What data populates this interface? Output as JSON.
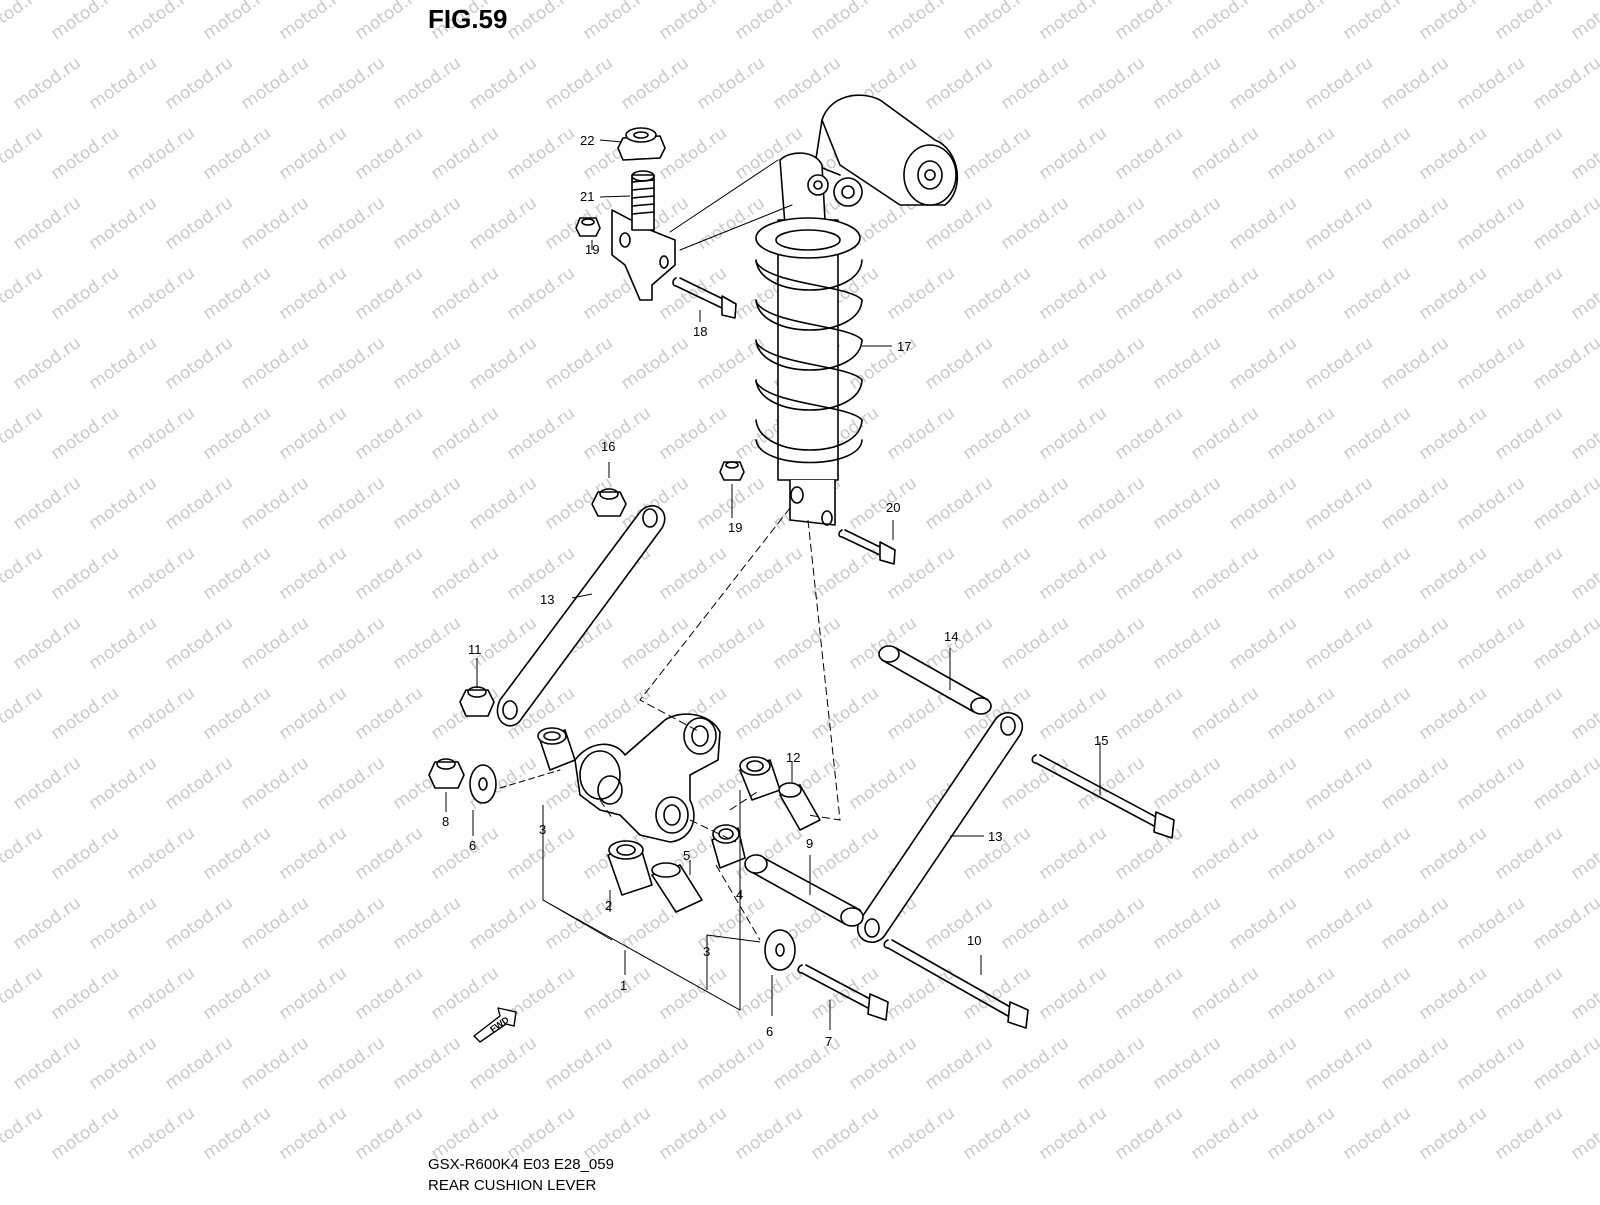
{
  "figure": {
    "title": "FIG.59",
    "model_code": "GSX-R600K4 E03 E28_059",
    "caption": "REAR CUSHION LEVER",
    "watermark": "motod.ru",
    "fwd_label": "FWD"
  },
  "callouts": {
    "c1": "1",
    "c2": "2",
    "c3a": "3",
    "c3b": "3",
    "c4": "4",
    "c5": "5",
    "c6a": "6",
    "c6b": "6",
    "c7": "7",
    "c8": "8",
    "c9": "9",
    "c10": "10",
    "c11": "11",
    "c12": "12",
    "c13a": "13",
    "c13b": "13",
    "c14": "14",
    "c15": "15",
    "c16": "16",
    "c17": "17",
    "c18": "18",
    "c19a": "19",
    "c19b": "19",
    "c20": "20",
    "c21": "21",
    "c22": "22"
  },
  "colors": {
    "line": "#000000",
    "watermark": "#c9c9c9",
    "background": "#ffffff"
  }
}
